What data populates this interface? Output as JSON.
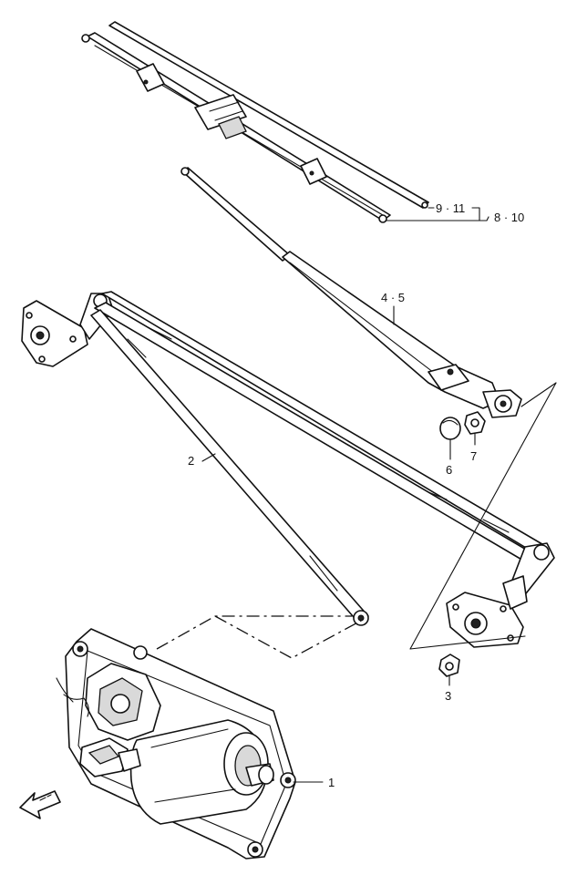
{
  "callouts": {
    "part_1": "1",
    "part_2": "2",
    "part_3": "3",
    "parts_4_5": "4 · 5",
    "part_6": "6",
    "part_7": "7",
    "parts_8_10": "8 · 10",
    "parts_9_11": "9 · 11"
  },
  "parts": [
    {
      "ref": "1",
      "name": "wiper-motor-assembly"
    },
    {
      "ref": "2",
      "name": "wiper-linkage"
    },
    {
      "ref": "3",
      "name": "pivot-nut"
    },
    {
      "ref": "4 · 5",
      "name": "wiper-arm"
    },
    {
      "ref": "6",
      "name": "arm-cap"
    },
    {
      "ref": "7",
      "name": "arm-nut"
    },
    {
      "ref": "8 · 10",
      "name": "wiper-blade"
    },
    {
      "ref": "9 · 11",
      "name": "blade-rubber"
    }
  ],
  "icons": {
    "front_arrow": "front-direction-arrow-icon"
  }
}
